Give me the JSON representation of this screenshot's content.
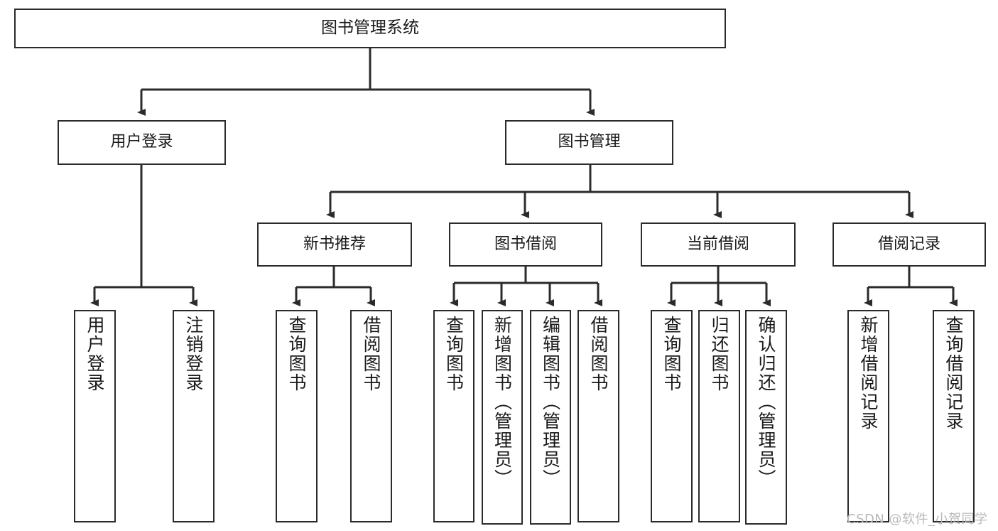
{
  "diagram": {
    "title": "图书管理系统",
    "type": "functional-decomposition-tree",
    "colors": {
      "box_border": "#2b2b2b",
      "box_fill": "#ffffff",
      "edge": "#2b2b2b",
      "background": "#ffffff",
      "watermark": "#b9b9b9"
    },
    "root": {
      "label": "图书管理系统"
    },
    "level2": [
      {
        "label": "用户登录"
      },
      {
        "label": "图书管理"
      }
    ],
    "level3": [
      {
        "label": "新书推荐"
      },
      {
        "label": "图书借阅"
      },
      {
        "label": "当前借阅"
      },
      {
        "label": "借阅记录"
      }
    ],
    "leaves": {
      "user_login": [
        {
          "label": "用户登录"
        },
        {
          "label": "注销登录"
        }
      ],
      "new_book_recommend": [
        {
          "label": "查询图书"
        },
        {
          "label": "借阅图书"
        }
      ],
      "book_borrow": [
        {
          "label": "查询图书"
        },
        {
          "label": "新增图书（管理员）"
        },
        {
          "label": "编辑图书（管理员）"
        },
        {
          "label": "借阅图书"
        }
      ],
      "current_borrow": [
        {
          "label": "查询图书"
        },
        {
          "label": "归还图书"
        },
        {
          "label": "确认归还（管理员）"
        }
      ],
      "borrow_record": [
        {
          "label": "新增借阅记录"
        },
        {
          "label": "查询借阅记录"
        }
      ]
    }
  },
  "watermark": {
    "text": "CSDN @软件_小贺同学"
  }
}
